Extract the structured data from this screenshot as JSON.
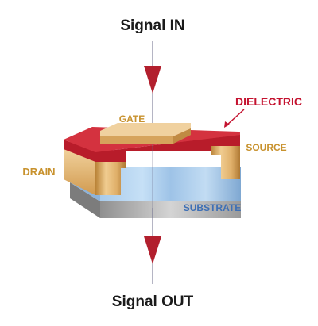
{
  "labels": {
    "signal_in": "Signal IN",
    "signal_out": "Signal OUT",
    "gate": "GATE",
    "dielectric": "DIELECTRIC",
    "source": "SOURCE",
    "drain": "DRAIN",
    "substrate": "SUBSTRATE"
  },
  "colors": {
    "signal_text": "#1a1a1a",
    "arrow": "#b21f2d",
    "signal_line": "#6b6b8a",
    "gold_label": "#c8922e",
    "dielectric_label": "#c4122f",
    "substrate_label": "#3d6fb5",
    "gold_light": "#f2cf95",
    "gold_mid": "#d9a55b",
    "gold_dark": "#b07a34",
    "dielectric_top": "#d2303f",
    "dielectric_side": "#a4141f",
    "substrate_light": "#b9d7f2",
    "substrate_mid": "#8fb8e0",
    "substrate_dark": "#6d97c4",
    "base_light": "#cfcfcf",
    "base_dark": "#8c8c8c"
  }
}
